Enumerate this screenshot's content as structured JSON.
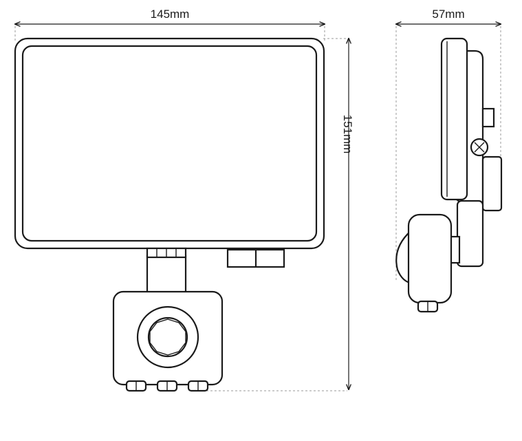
{
  "dimensions": {
    "width_label": "145mm",
    "depth_label": "57mm",
    "height_label": "151mm"
  },
  "colors": {
    "line": "#1a1a1a",
    "guide": "#9a9a9a",
    "background": "#ffffff"
  }
}
